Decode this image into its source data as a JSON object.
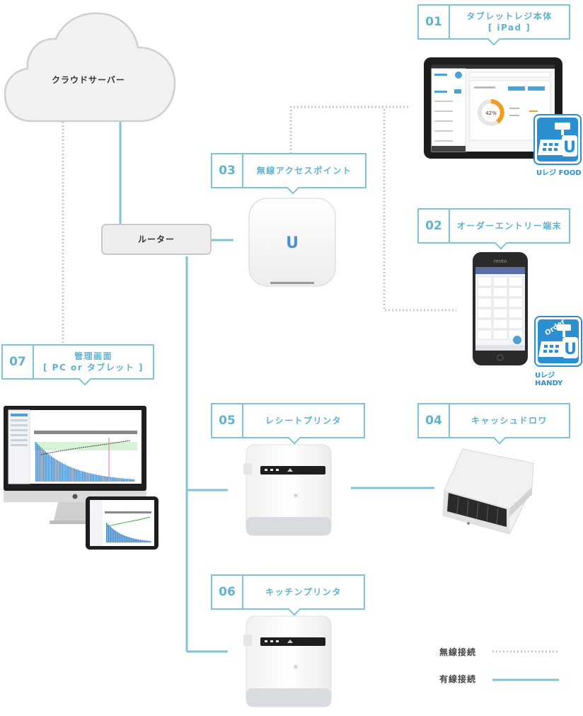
{
  "cloud": {
    "label": "クラウドサーバー"
  },
  "router": {
    "label": "ルーター"
  },
  "nodes": [
    {
      "num": "01",
      "title": "タブレットレジ本体",
      "subtitle": "[ iPad ]"
    },
    {
      "num": "02",
      "title": "オーダーエントリー端末",
      "subtitle": ""
    },
    {
      "num": "03",
      "title": "無線アクセスポイント",
      "subtitle": ""
    },
    {
      "num": "04",
      "title": "キャッシュドロワ",
      "subtitle": ""
    },
    {
      "num": "05",
      "title": "レシートプリンタ",
      "subtitle": ""
    },
    {
      "num": "06",
      "title": "キッチンプリンタ",
      "subtitle": ""
    },
    {
      "num": "07",
      "title": "管理画面",
      "subtitle": "[ PC or タブレット ]"
    }
  ],
  "badges": {
    "food": {
      "label": "Uレジ FOOD",
      "letter": "U"
    },
    "handy": {
      "label": "Uレジ HANDY",
      "letter": "U",
      "tag": "Order"
    }
  },
  "devices": {
    "access_point_logo": "U",
    "tablet_screen": {
      "percent": "42%"
    },
    "phone_screen": {
      "brand": "moto"
    }
  },
  "legend": {
    "wireless": "無線接続",
    "wired": "有線接続"
  },
  "colors": {
    "accent": "#7ec3d6",
    "wire": "#7ec3d6",
    "wireless": "#c8c8c8",
    "badge": "#2c8fcf"
  }
}
